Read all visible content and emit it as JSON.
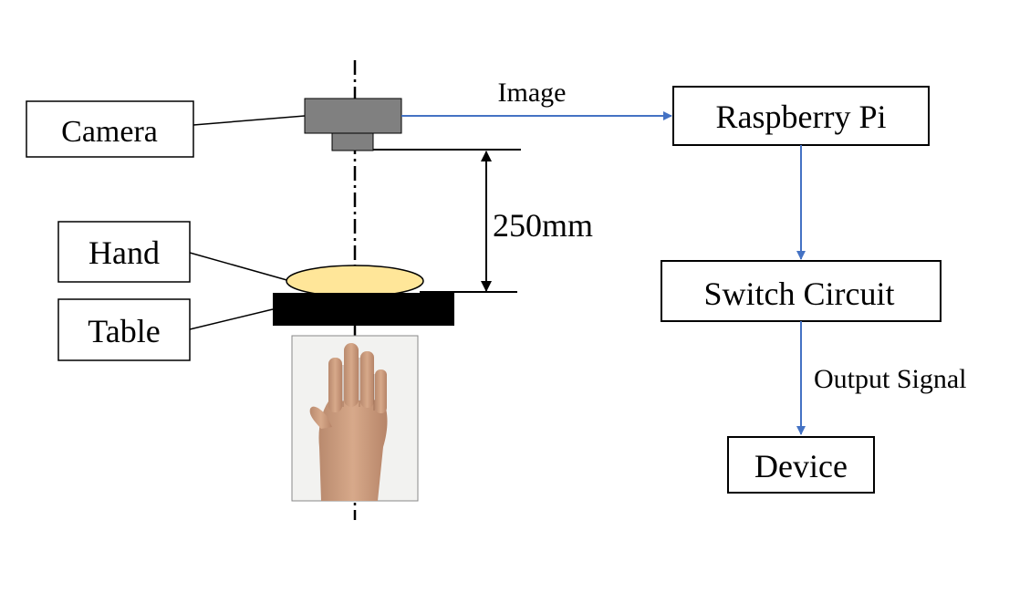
{
  "labels": {
    "camera": "Camera",
    "hand": "Hand",
    "table": "Table",
    "distance": "250mm"
  },
  "flow": {
    "image_label": "Image",
    "raspberry_pi": "Raspberry Pi",
    "switch_circuit": "Switch Circuit",
    "output_signal": "Output Signal",
    "device": "Device"
  },
  "colors": {
    "arrow": "#4472C4",
    "camera_body": "#808080",
    "hand_fill": "#FFE699",
    "table_fill": "#000000"
  }
}
